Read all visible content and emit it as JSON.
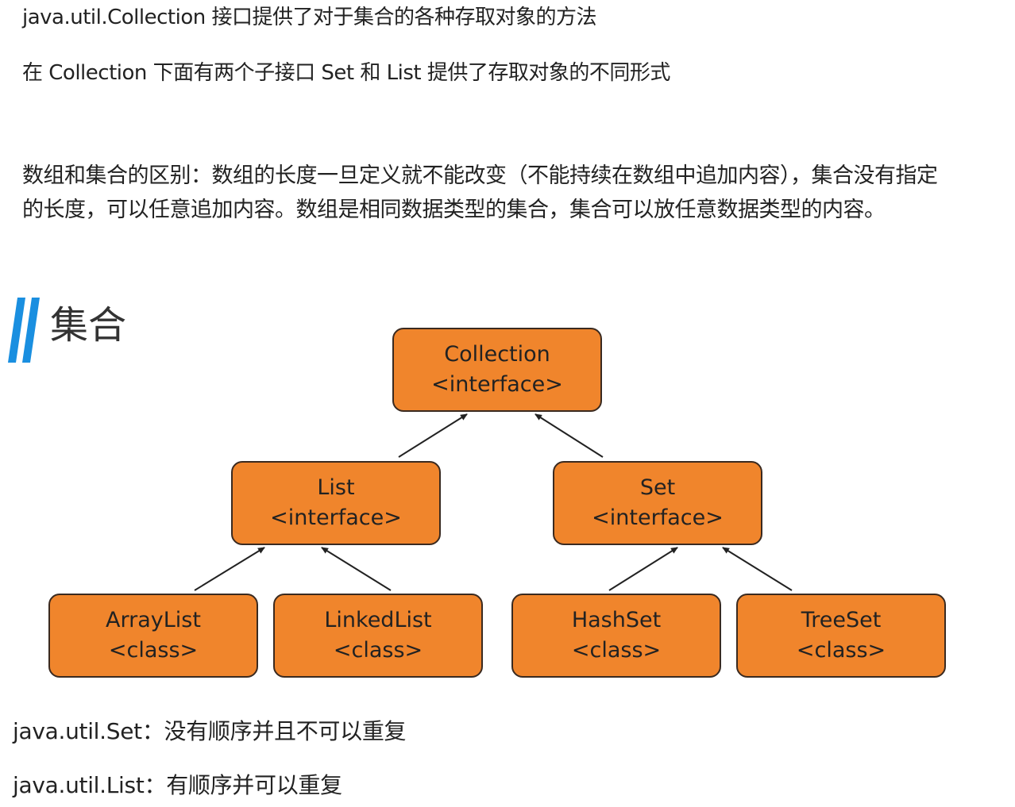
{
  "intro": {
    "line1": "java.util.Collection 接口提供了对于集合的各种存取对象的方法",
    "line2": "在 Collection 下面有两个子接口 Set 和 List 提供了存取对象的不同形式",
    "difference": "数组和集合的区别：数组的长度一旦定义就不能改变（不能持续在数组中追加内容），集合没有指定的长度，可以任意追加内容。数组是相同数据类型的集合，集合可以放任意数据类型的内容。"
  },
  "section": {
    "title": "集合",
    "accent_color": "#1a8fe0"
  },
  "diagram": {
    "node_color": "#f0852c",
    "nodes": {
      "collection": {
        "name": "Collection",
        "kind": "<interface>"
      },
      "list": {
        "name": "List",
        "kind": "<interface>"
      },
      "set": {
        "name": "Set",
        "kind": "<interface>"
      },
      "arraylist": {
        "name": "ArrayList",
        "kind": "<class>"
      },
      "linkedlist": {
        "name": "LinkedList",
        "kind": "<class>"
      },
      "hashset": {
        "name": "HashSet",
        "kind": "<class>"
      },
      "treeset": {
        "name": "TreeSet",
        "kind": "<class>"
      }
    },
    "edges": [
      {
        "from": "list",
        "to": "collection"
      },
      {
        "from": "set",
        "to": "collection"
      },
      {
        "from": "arraylist",
        "to": "list"
      },
      {
        "from": "linkedlist",
        "to": "list"
      },
      {
        "from": "hashset",
        "to": "set"
      },
      {
        "from": "treeset",
        "to": "set"
      }
    ]
  },
  "notes": {
    "set": "java.util.Set：没有顺序并且不可以重复",
    "list": "java.util.List：有顺序并可以重复"
  }
}
